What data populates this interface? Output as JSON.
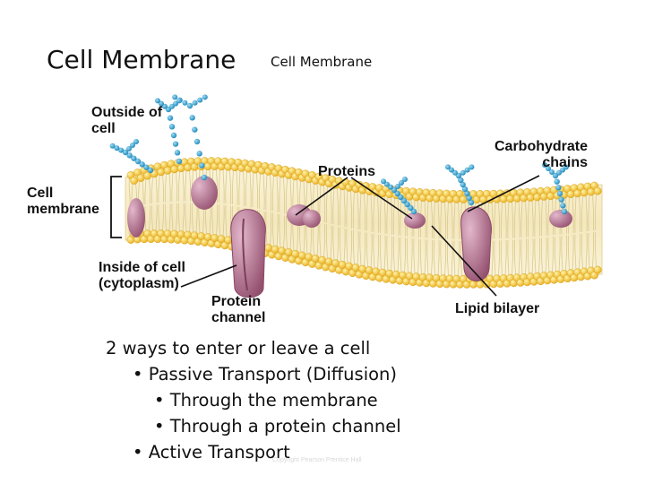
{
  "title": "Cell Membrane",
  "subtitle": "Cell Membrane",
  "labels": {
    "outside_line1": "Outside of",
    "outside_line2": "cell",
    "membrane_line1": "Cell",
    "membrane_line2": "membrane",
    "inside_line1": "Inside of cell",
    "inside_line2": "(cytoplasm)",
    "proteins": "Proteins",
    "carbo_line1": "Carbohydrate",
    "carbo_line2": "chains",
    "channel_line1": "Protein",
    "channel_line2": "channel",
    "lipid": "Lipid bilayer"
  },
  "notes": {
    "heading": "2 ways to enter or leave a cell",
    "items": [
      "• Passive Transport (Diffusion)",
      "• Through the membrane",
      "• Through a protein channel",
      "• Active Transport"
    ]
  },
  "copyright": "Copyright Pearson Prentice Hall",
  "colors": {
    "lipid_head": "#f2c23a",
    "lipid_tail": "#f8eec8",
    "protein": "#b46e8e",
    "carbohydrate": "#2a9fd0",
    "leader_line": "#111111"
  }
}
